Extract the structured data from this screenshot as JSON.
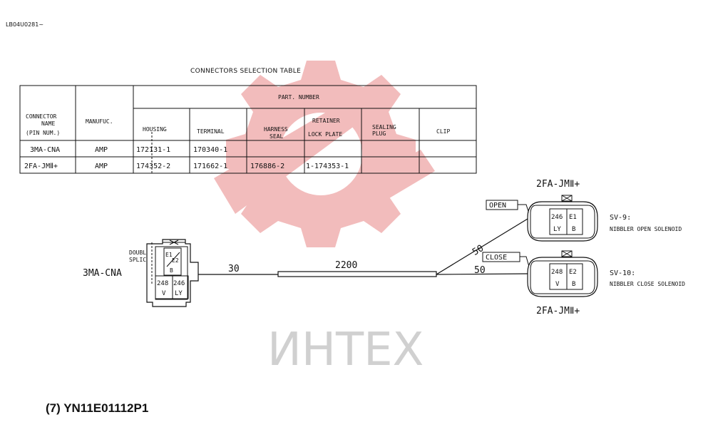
{
  "doc_ref": "LB04U0281~",
  "table": {
    "title": "CONNECTORS SELECTION TABLE",
    "header": {
      "connector_line1": "CONNECTOR",
      "connector_line2": "NAME",
      "connector_line3": "(PIN NUM.)",
      "manufuc": "MANUFUC.",
      "part_number": "PART. NUMBER",
      "housing": "HOUSING",
      "terminal": "TERMINAL",
      "harness_seal_line1": "HARNESS",
      "harness_seal_line2": "SEAL",
      "retainer_line1": "RETAINER",
      "retainer_line2": "LOCK PLATE",
      "sealing_plug_line1": "SEALING",
      "sealing_plug_line2": "PLUG",
      "clip": "CLIP"
    },
    "rows": [
      {
        "connector": "3MA-CNA",
        "manufuc": "AMP",
        "housing": "172131-1",
        "terminal": "170340-1",
        "harness_seal": "",
        "retainer": "",
        "sealing_plug": "",
        "clip": ""
      },
      {
        "connector": "2FA-JMⅡ+",
        "manufuc": "AMP",
        "housing": "174352-2",
        "terminal": "171662-1",
        "harness_seal": "176886-2",
        "retainer": "1-174353-1",
        "sealing_plug": "",
        "clip": ""
      }
    ]
  },
  "diagram": {
    "left_connector": {
      "name": "3MA-CNA",
      "splice_line1": "DOUBLE",
      "splice_line2": "SPLICE",
      "e1": "E1",
      "e2": "E2",
      "b": "B",
      "pin_a": "248",
      "pin_b": "246",
      "wire_a": "V",
      "wire_b": "LY"
    },
    "wire_short_len": "30",
    "harness_len": "2200",
    "branch_top_len": "50",
    "branch_bottom_len": "50",
    "top_connector": {
      "name": "2FA-JMⅡ+",
      "tag": "OPEN",
      "pin": "246",
      "e": "E1",
      "wire_a": "LY",
      "wire_b": "B",
      "sv_id": "SV-9:",
      "sv_desc": "NIBBLER OPEN SOLENOID"
    },
    "bottom_connector": {
      "name": "2FA-JMⅡ+",
      "tag": "CLOSE",
      "pin": "248",
      "e": "E2",
      "wire_a": "V",
      "wire_b": "B",
      "sv_id": "SV-10:",
      "sv_desc": "NIBBLER CLOSE SOLENOID"
    }
  },
  "watermark": "ИНТЕХ",
  "caption": "(7) YN11E01112P1",
  "colors": {
    "watermark_red": "#f2bcbc",
    "watermark_text": "#d0d0d0",
    "line": "#111111"
  }
}
